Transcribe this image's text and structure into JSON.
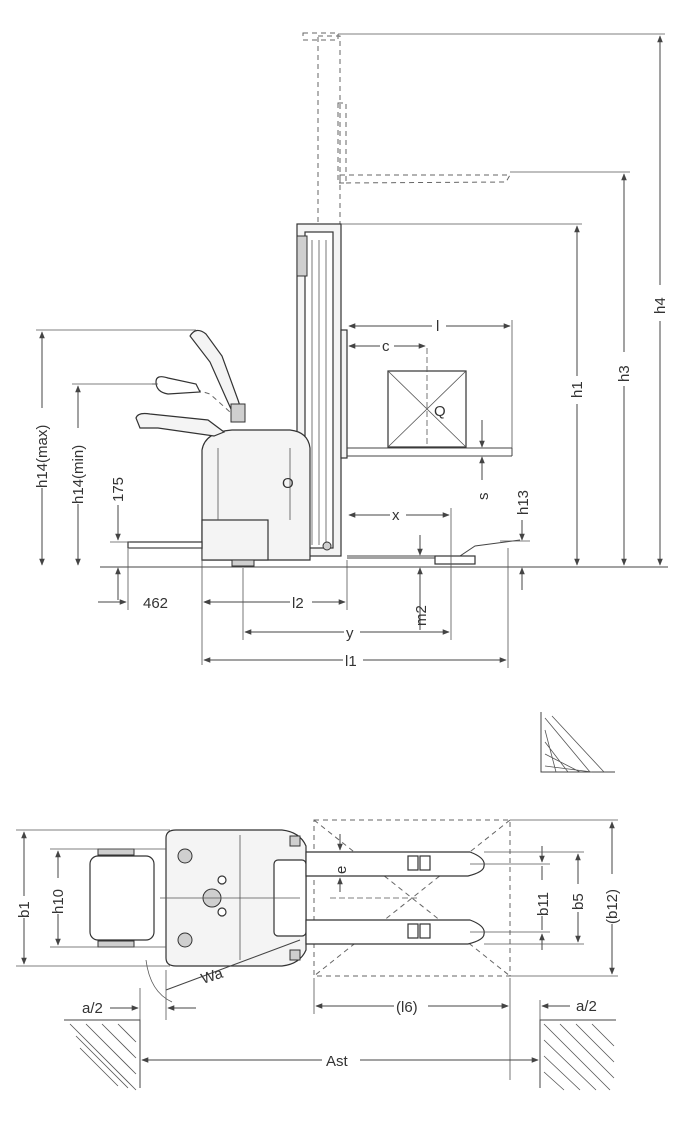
{
  "side_view": {
    "labels": {
      "h4": "h4",
      "h3": "h3",
      "h1": "h1",
      "l": "l",
      "c": "c",
      "q": "Q",
      "s": "s",
      "h13": "h13",
      "x": "x",
      "h14_max": "h14(max)",
      "h14_min": "h14(min)",
      "dim_175": "175",
      "dim_462": "462",
      "l2": "l2",
      "m2": "m2",
      "y": "y",
      "l1": "l1"
    }
  },
  "top_view": {
    "labels": {
      "b1": "b1",
      "h10": "h10",
      "e": "e",
      "b11": "b11",
      "b5": "b5",
      "b12": "(b12)",
      "wa": "Wa",
      "a2_left": "a/2",
      "l6": "(l6)",
      "a2_right": "a/2",
      "ast": "Ast"
    }
  }
}
